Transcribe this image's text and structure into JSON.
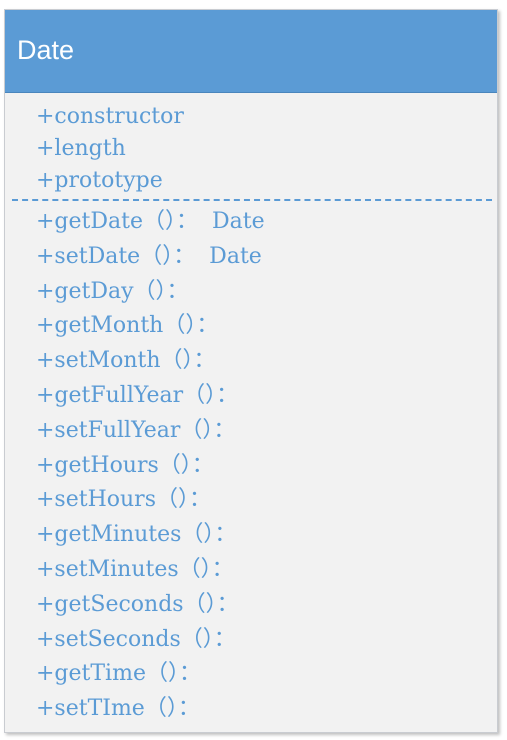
{
  "class_box": {
    "title": "Date",
    "colors": {
      "header_bg": "#5b9bd5",
      "header_text": "#ffffff",
      "body_bg": "#f2f2f2",
      "member_text": "#5b9bd5"
    },
    "attributes": [
      "+constructor",
      "+length",
      "+prototype"
    ],
    "methods": [
      "+getDate（）：  Date",
      "+setDate（）：  Date",
      "+getDay（）：",
      "+getMonth（）：",
      "+setMonth（）：",
      "+getFullYear（）：",
      "+setFullYear（）：",
      "+getHours（）：",
      "+setHours（）：",
      "+getMinutes（）：",
      "+setMinutes（）：",
      "+getSeconds（）：",
      "+setSeconds（）：",
      "+getTime（）：",
      "+setTIme（）："
    ]
  }
}
